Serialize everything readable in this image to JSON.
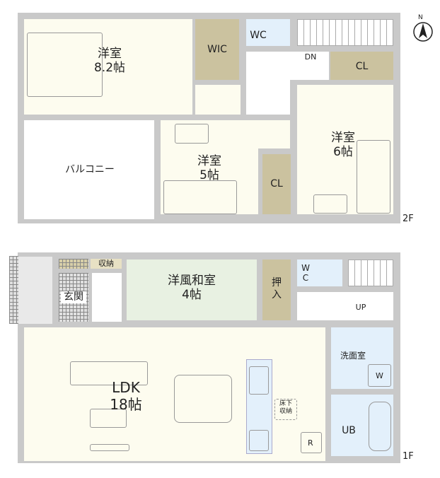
{
  "compass": {
    "north_label": "N"
  },
  "floor2": {
    "floor_label": "2F",
    "rooms": {
      "master": {
        "name": "洋室",
        "size": "8.2帖"
      },
      "wic": {
        "name": "WIC"
      },
      "wc": {
        "name": "WC"
      },
      "stairs": {
        "label": "DN"
      },
      "cl_right": {
        "name": "CL"
      },
      "room6": {
        "name": "洋室",
        "size": "6帖"
      },
      "balcony": {
        "name": "バルコニー"
      },
      "room5": {
        "name": "洋室",
        "size": "5帖"
      },
      "cl_mid": {
        "name": "CL"
      }
    }
  },
  "floor1": {
    "floor_label": "1F",
    "rooms": {
      "storage": {
        "name": "収納"
      },
      "entrance": {
        "name": "玄関"
      },
      "washitsu": {
        "name": "洋風和室",
        "size": "4帖"
      },
      "oshiire": {
        "name": "押入"
      },
      "wc": {
        "name": "W C"
      },
      "stairs": {
        "label": "UP"
      },
      "ldk": {
        "name": "LDK",
        "size": "18帖"
      },
      "underfloor": {
        "name": "床下 収納"
      },
      "fridge": {
        "label": "R"
      },
      "washroom": {
        "name": "洗面室",
        "washer": "W"
      },
      "bath": {
        "name": "UB"
      }
    }
  },
  "colors": {
    "wall": "#c9c9c9",
    "room": "#fdfcef",
    "closet": "#cbc29f",
    "wet": "#e3f0fb",
    "tatami": "#e8f1e2"
  }
}
